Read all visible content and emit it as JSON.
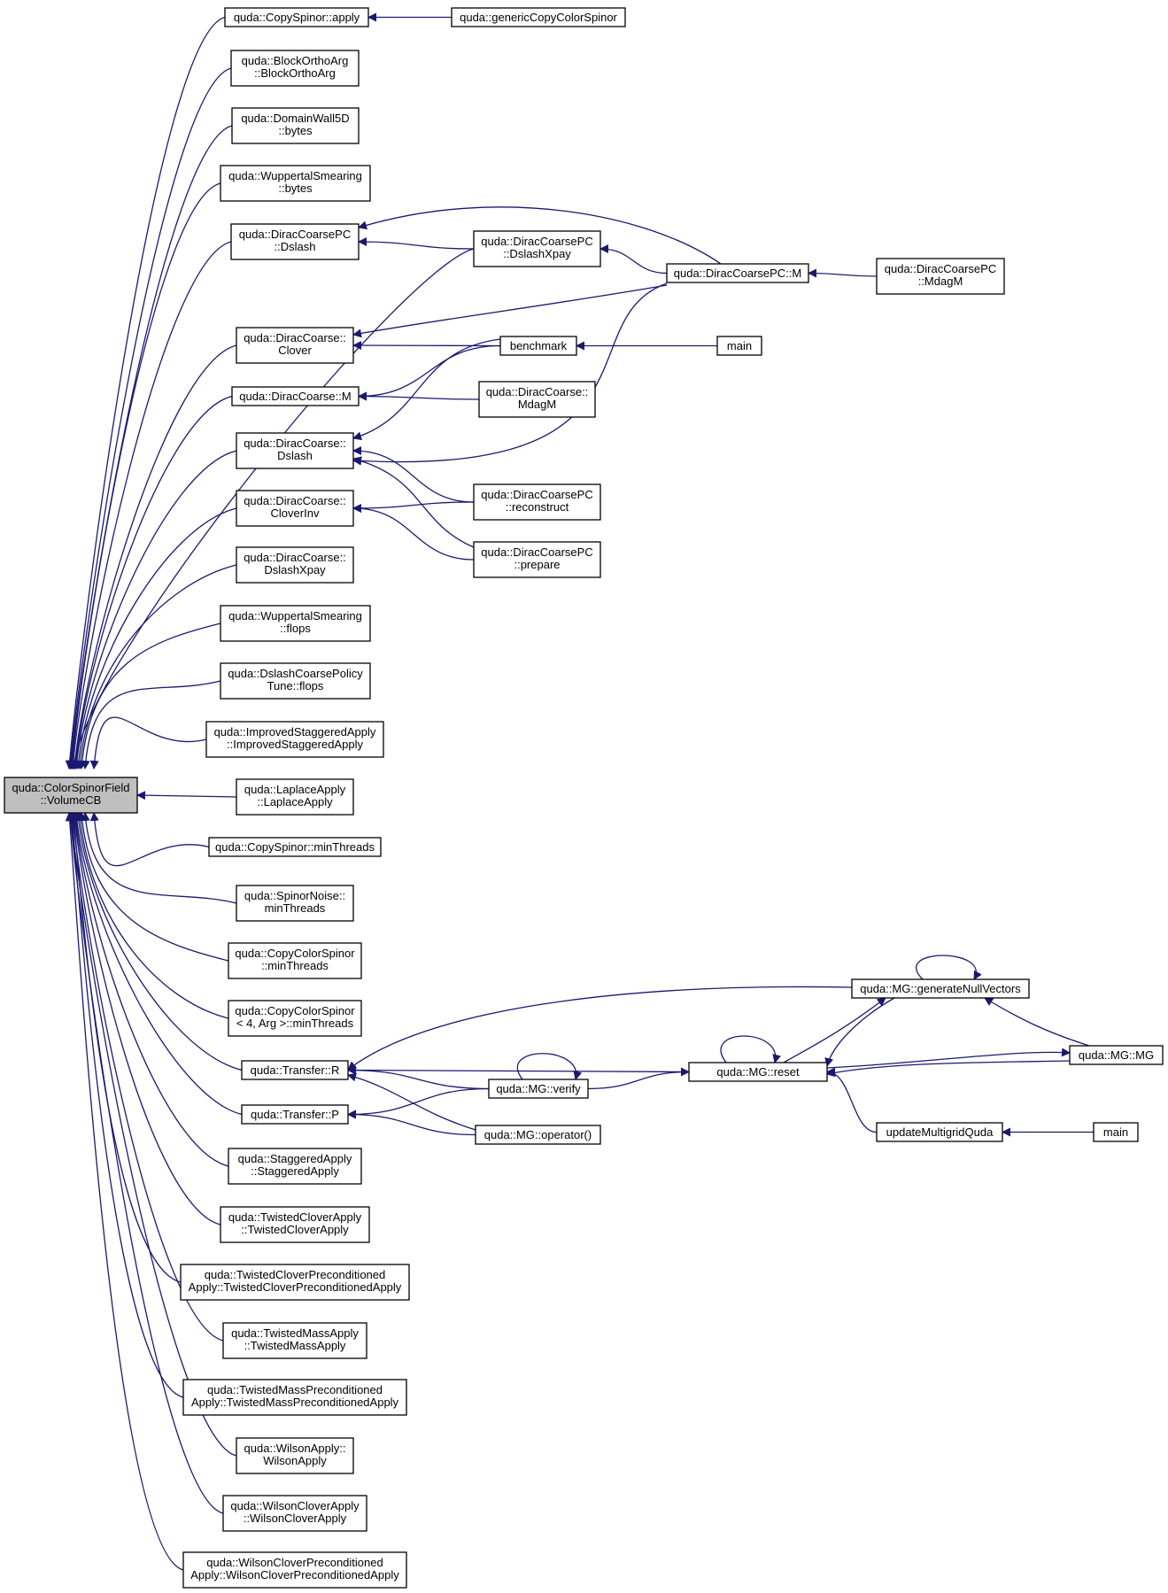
{
  "nodes": [
    {
      "id": "root",
      "lines": [
        "quda::ColorSpinorField",
        "::VolumeCB"
      ],
      "root": true
    },
    {
      "id": "cs_apply",
      "lines": [
        "quda::CopySpinor::apply"
      ]
    },
    {
      "id": "gccs",
      "lines": [
        "quda::genericCopyColorSpinor"
      ]
    },
    {
      "id": "boa",
      "lines": [
        "quda::BlockOrthoArg",
        "::BlockOrthoArg"
      ]
    },
    {
      "id": "dw5",
      "lines": [
        "quda::DomainWall5D",
        "::bytes"
      ]
    },
    {
      "id": "ws_bytes",
      "lines": [
        "quda::WuppertalSmearing",
        "::bytes"
      ]
    },
    {
      "id": "dcpc_dslash",
      "lines": [
        "quda::DiracCoarsePC",
        "::Dslash"
      ]
    },
    {
      "id": "dcpc_dxpay",
      "lines": [
        "quda::DiracCoarsePC",
        "::DslashXpay"
      ]
    },
    {
      "id": "dcpc_m",
      "lines": [
        "quda::DiracCoarsePC::M"
      ]
    },
    {
      "id": "dcpc_mdagm",
      "lines": [
        "quda::DiracCoarsePC",
        "::MdagM"
      ]
    },
    {
      "id": "dc_clover",
      "lines": [
        "quda::DiracCoarse::",
        "Clover"
      ]
    },
    {
      "id": "benchmark",
      "lines": [
        "benchmark"
      ]
    },
    {
      "id": "main1",
      "lines": [
        "main"
      ]
    },
    {
      "id": "dc_m",
      "lines": [
        "quda::DiracCoarse::M"
      ]
    },
    {
      "id": "dc_mdagm",
      "lines": [
        "quda::DiracCoarse::",
        "MdagM"
      ]
    },
    {
      "id": "dc_dslash",
      "lines": [
        "quda::DiracCoarse::",
        "Dslash"
      ]
    },
    {
      "id": "dcpc_recon",
      "lines": [
        "quda::DiracCoarsePC",
        "::reconstruct"
      ]
    },
    {
      "id": "dc_cloverinv",
      "lines": [
        "quda::DiracCoarse::",
        "CloverInv"
      ]
    },
    {
      "id": "dcpc_prepare",
      "lines": [
        "quda::DiracCoarsePC",
        "::prepare"
      ]
    },
    {
      "id": "dc_dxpay",
      "lines": [
        "quda::DiracCoarse::",
        "DslashXpay"
      ]
    },
    {
      "id": "ws_flops",
      "lines": [
        "quda::WuppertalSmearing",
        "::flops"
      ]
    },
    {
      "id": "dcpt_flops",
      "lines": [
        "quda::DslashCoarsePolicy",
        "Tune::flops"
      ]
    },
    {
      "id": "isa",
      "lines": [
        "quda::ImprovedStaggeredApply",
        "::ImprovedStaggeredApply"
      ]
    },
    {
      "id": "lap",
      "lines": [
        "quda::LaplaceApply",
        "::LaplaceApply"
      ]
    },
    {
      "id": "cs_mint",
      "lines": [
        "quda::CopySpinor::minThreads"
      ]
    },
    {
      "id": "sn_mint",
      "lines": [
        "quda::SpinorNoise::",
        "minThreads"
      ]
    },
    {
      "id": "ccs_mint",
      "lines": [
        "quda::CopyColorSpinor",
        "::minThreads"
      ]
    },
    {
      "id": "ccs4_mint",
      "lines": [
        "quda::CopyColorSpinor",
        "< 4, Arg >::minThreads"
      ]
    },
    {
      "id": "tr_r",
      "lines": [
        "quda::Transfer::R"
      ]
    },
    {
      "id": "tr_p",
      "lines": [
        "quda::Transfer::P"
      ]
    },
    {
      "id": "mg_gnv",
      "lines": [
        "quda::MG::generateNullVectors"
      ]
    },
    {
      "id": "mg_reset",
      "lines": [
        "quda::MG::reset"
      ]
    },
    {
      "id": "mg_mg",
      "lines": [
        "quda::MG::MG"
      ]
    },
    {
      "id": "mg_verify",
      "lines": [
        "quda::MG::verify"
      ]
    },
    {
      "id": "mg_op",
      "lines": [
        "quda::MG::operator()"
      ]
    },
    {
      "id": "umq",
      "lines": [
        "updateMultigridQuda"
      ]
    },
    {
      "id": "main2",
      "lines": [
        "main"
      ]
    },
    {
      "id": "sta",
      "lines": [
        "quda::StaggeredApply",
        "::StaggeredApply"
      ]
    },
    {
      "id": "tca",
      "lines": [
        "quda::TwistedCloverApply",
        "::TwistedCloverApply"
      ]
    },
    {
      "id": "tcpa",
      "lines": [
        "quda::TwistedCloverPreconditioned",
        "Apply::TwistedCloverPreconditionedApply"
      ]
    },
    {
      "id": "tma",
      "lines": [
        "quda::TwistedMassApply",
        "::TwistedMassApply"
      ]
    },
    {
      "id": "tmpa",
      "lines": [
        "quda::TwistedMassPreconditioned",
        "Apply::TwistedMassPreconditionedApply"
      ]
    },
    {
      "id": "wa",
      "lines": [
        "quda::WilsonApply::",
        "WilsonApply"
      ]
    },
    {
      "id": "wca",
      "lines": [
        "quda::WilsonCloverApply",
        "::WilsonCloverApply"
      ]
    },
    {
      "id": "wcpa",
      "lines": [
        "quda::WilsonCloverPreconditioned",
        "Apply::WilsonCloverPreconditionedApply"
      ]
    }
  ],
  "edges": [
    [
      "gccs",
      "cs_apply"
    ],
    [
      "dcpc_m",
      "dcpc_dslash"
    ],
    [
      "dcpc_dxpay",
      "dcpc_dslash"
    ],
    [
      "dcpc_m",
      "dcpc_dxpay"
    ],
    [
      "dcpc_mdagm",
      "dcpc_m"
    ],
    [
      "dcpc_m",
      "dc_clover"
    ],
    [
      "benchmark",
      "dc_clover"
    ],
    [
      "main1",
      "benchmark"
    ],
    [
      "benchmark",
      "dc_m"
    ],
    [
      "dc_mdagm",
      "dc_m"
    ],
    [
      "benchmark",
      "dc_dslash"
    ],
    [
      "dcpc_m",
      "dc_dslash"
    ],
    [
      "dcpc_recon",
      "dc_dslash"
    ],
    [
      "dcpc_prepare",
      "dc_dslash"
    ],
    [
      "dcpc_recon",
      "dc_cloverinv"
    ],
    [
      "dcpc_prepare",
      "dc_cloverinv"
    ],
    [
      "mg_gnv",
      "tr_r"
    ],
    [
      "mg_reset",
      "tr_r"
    ],
    [
      "mg_verify",
      "tr_r"
    ],
    [
      "mg_op",
      "tr_r"
    ],
    [
      "mg_verify",
      "tr_p"
    ],
    [
      "mg_op",
      "tr_p"
    ],
    [
      "mg_gnv",
      "mg_gnv"
    ],
    [
      "mg_mg",
      "mg_gnv"
    ],
    [
      "mg_reset",
      "mg_gnv"
    ],
    [
      "mg_gnv",
      "mg_reset"
    ],
    [
      "mg_mg",
      "mg_reset"
    ],
    [
      "mg_reset",
      "mg_reset"
    ],
    [
      "umq",
      "mg_reset"
    ],
    [
      "mg_verify",
      "mg_reset"
    ],
    [
      "mg_verify",
      "mg_verify"
    ],
    [
      "main2",
      "umq"
    ],
    [
      "mg_reset",
      "mg_mg"
    ],
    [
      "cs_apply",
      "root"
    ],
    [
      "boa",
      "root"
    ],
    [
      "dw5",
      "root"
    ],
    [
      "ws_bytes",
      "root"
    ],
    [
      "dcpc_dslash",
      "root"
    ],
    [
      "dcpc_dxpay",
      "root"
    ],
    [
      "dc_clover",
      "root"
    ],
    [
      "dc_m",
      "root"
    ],
    [
      "dc_dslash",
      "root"
    ],
    [
      "dc_cloverinv",
      "root"
    ],
    [
      "dc_dxpay",
      "root"
    ],
    [
      "ws_flops",
      "root"
    ],
    [
      "dcpt_flops",
      "root"
    ],
    [
      "isa",
      "root"
    ],
    [
      "lap",
      "root"
    ],
    [
      "cs_mint",
      "root"
    ],
    [
      "sn_mint",
      "root"
    ],
    [
      "ccs_mint",
      "root"
    ],
    [
      "ccs4_mint",
      "root"
    ],
    [
      "tr_r",
      "root"
    ],
    [
      "tr_p",
      "root"
    ],
    [
      "sta",
      "root"
    ],
    [
      "tca",
      "root"
    ],
    [
      "tcpa",
      "root"
    ],
    [
      "tma",
      "root"
    ],
    [
      "tmpa",
      "root"
    ],
    [
      "wa",
      "root"
    ],
    [
      "wca",
      "root"
    ],
    [
      "wcpa",
      "root"
    ]
  ],
  "colors": {
    "edge": "#191970",
    "node_fill": "#ffffff",
    "root_fill": "#bfbfbf",
    "border": "#000000"
  }
}
